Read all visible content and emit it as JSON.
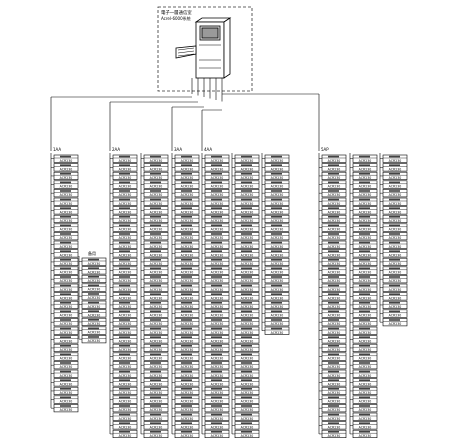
{
  "station": {
    "title": "電子一層通信室",
    "subtitle": "Acrel-6000系统"
  },
  "columns": [
    {
      "id": "c1",
      "header": "1AA",
      "rows": 30,
      "bus": true
    },
    {
      "id": "c2",
      "header": "",
      "rows": 10,
      "bus": false,
      "top_label": "备用"
    },
    {
      "id": "c3",
      "header": "2AA",
      "rows": 33,
      "bus": true
    },
    {
      "id": "c4",
      "header": "",
      "rows": 33,
      "bus": false
    },
    {
      "id": "c5",
      "header": "3AA",
      "rows": 33,
      "bus": true
    },
    {
      "id": "c6",
      "header": "4AA",
      "rows": 33,
      "bus": true
    },
    {
      "id": "c7",
      "header": "",
      "rows": 33,
      "bus": false
    },
    {
      "id": "c8",
      "header": "",
      "rows": 21,
      "bus": false
    },
    {
      "id": "c9",
      "header": "5AP",
      "rows": 33,
      "bus": true
    },
    {
      "id": "c10",
      "header": "",
      "rows": 33,
      "bus": false
    },
    {
      "id": "c11",
      "header": "",
      "rows": 20,
      "bus": false
    }
  ],
  "device_code": "ACR230",
  "colors": {
    "line": "#000000",
    "dash": "#333333",
    "background": "#ffffff"
  }
}
